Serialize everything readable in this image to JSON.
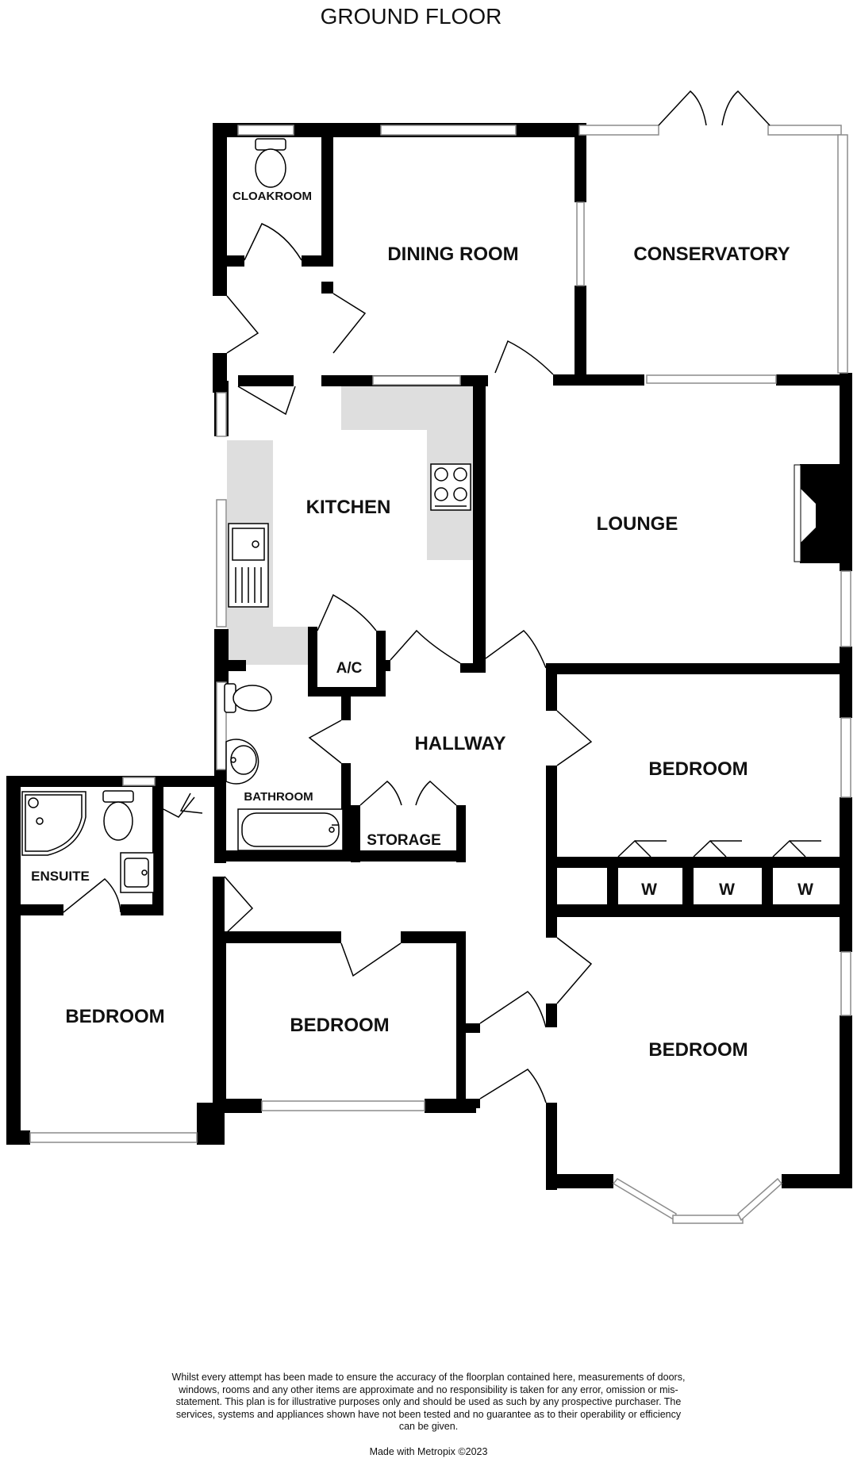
{
  "floor": {
    "title": "GROUND FLOOR",
    "rooms": {
      "cloakroom": "CLOAKROOM",
      "dining_room": "DINING ROOM",
      "conservatory": "CONSERVATORY",
      "kitchen": "KITCHEN",
      "lounge": "LOUNGE",
      "ac": "A/C",
      "hallway": "HALLWAY",
      "bathroom": "BATHROOM",
      "storage": "STORAGE",
      "ensuite": "ENSUITE",
      "bedroom_right_upper": "BEDROOM",
      "bedroom_left": "BEDROOM",
      "bedroom_middle": "BEDROOM",
      "bedroom_right_lower": "BEDROOM",
      "wardrobe_1": "W",
      "wardrobe_2": "W",
      "wardrobe_3": "W"
    }
  },
  "footer": {
    "disclaimer": "Whilst every attempt has been made to ensure the accuracy of the floorplan contained here, measurements of doors, windows, rooms and any other items are approximate and no responsibility is taken for any error, omission or mis-statement. This plan is for illustrative purposes only and should be used as such by any prospective purchaser. The services, systems and appliances shown have not been tested and no guarantee as to their operability or efficiency can be given.",
    "credit": "Made with Metropix ©2023"
  },
  "colors": {
    "wall": "#000000",
    "counter": "#dedede",
    "window_frame": "#9a9a9a",
    "text": "#111111"
  }
}
